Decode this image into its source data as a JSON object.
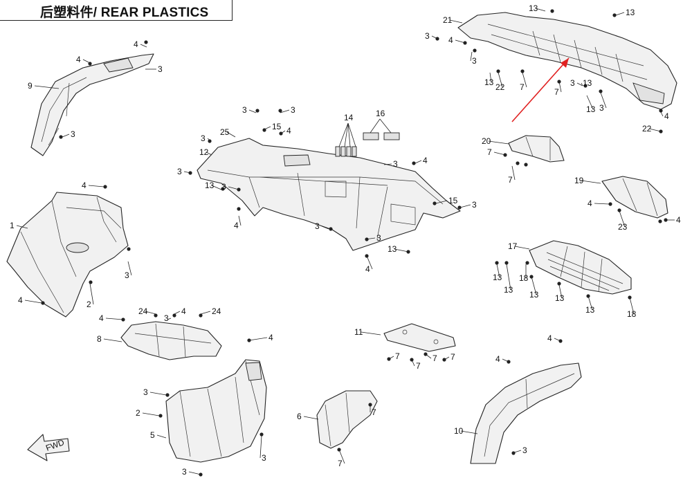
{
  "title": "后塑料件/ REAR PLASTICS",
  "callouts": [
    {
      "id": "c4a",
      "text": "4"
    },
    {
      "id": "c3a",
      "text": "3"
    },
    {
      "id": "c4b",
      "text": "4"
    },
    {
      "id": "c9",
      "text": "9"
    },
    {
      "id": "c3b",
      "text": "3"
    },
    {
      "id": "c4c",
      "text": "4"
    },
    {
      "id": "c1",
      "text": "1"
    },
    {
      "id": "c3c",
      "text": "3"
    },
    {
      "id": "c2a",
      "text": "2"
    },
    {
      "id": "c4d",
      "text": "4"
    },
    {
      "id": "c3d",
      "text": "3"
    },
    {
      "id": "c3e",
      "text": "3"
    },
    {
      "id": "c25",
      "text": "25"
    },
    {
      "id": "c15a",
      "text": "15"
    },
    {
      "id": "c4e",
      "text": "4"
    },
    {
      "id": "c3f",
      "text": "3"
    },
    {
      "id": "c12",
      "text": "12"
    },
    {
      "id": "c14",
      "text": "14"
    },
    {
      "id": "c16",
      "text": "16"
    },
    {
      "id": "c3g",
      "text": "3"
    },
    {
      "id": "c4f",
      "text": "4"
    },
    {
      "id": "c3h",
      "text": "3"
    },
    {
      "id": "c13a",
      "text": "13"
    },
    {
      "id": "c3i",
      "text": "3"
    },
    {
      "id": "c15b",
      "text": "15"
    },
    {
      "id": "c3j",
      "text": "3"
    },
    {
      "id": "c4g",
      "text": "4"
    },
    {
      "id": "c3k",
      "text": "3"
    },
    {
      "id": "c3l",
      "text": "3"
    },
    {
      "id": "c13b",
      "text": "13"
    },
    {
      "id": "c4h",
      "text": "4"
    },
    {
      "id": "c21",
      "text": "21"
    },
    {
      "id": "c13c",
      "text": "13"
    },
    {
      "id": "c13d",
      "text": "13"
    },
    {
      "id": "c3m",
      "text": "3"
    },
    {
      "id": "c4i",
      "text": "4"
    },
    {
      "id": "c3n",
      "text": "3"
    },
    {
      "id": "c13e",
      "text": "13"
    },
    {
      "id": "c22a",
      "text": "22"
    },
    {
      "id": "c7a",
      "text": "7"
    },
    {
      "id": "c13f",
      "text": "13"
    },
    {
      "id": "c7b",
      "text": "7"
    },
    {
      "id": "c3o",
      "text": "3"
    },
    {
      "id": "c13g",
      "text": "13"
    },
    {
      "id": "c3p",
      "text": "3"
    },
    {
      "id": "c4j",
      "text": "4"
    },
    {
      "id": "c22b",
      "text": "22"
    },
    {
      "id": "c20",
      "text": "20"
    },
    {
      "id": "c7c",
      "text": "7"
    },
    {
      "id": "c7d",
      "text": "7"
    },
    {
      "id": "c19",
      "text": "19"
    },
    {
      "id": "c4k",
      "text": "4"
    },
    {
      "id": "c23",
      "text": "23"
    },
    {
      "id": "c4l",
      "text": "4"
    },
    {
      "id": "c17",
      "text": "17"
    },
    {
      "id": "c13h",
      "text": "13"
    },
    {
      "id": "c13i",
      "text": "13"
    },
    {
      "id": "c18a",
      "text": "18"
    },
    {
      "id": "c13j",
      "text": "13"
    },
    {
      "id": "c13k",
      "text": "13"
    },
    {
      "id": "c13l",
      "text": "13"
    },
    {
      "id": "c18b",
      "text": "18"
    },
    {
      "id": "c4m",
      "text": "4"
    },
    {
      "id": "c24a",
      "text": "24"
    },
    {
      "id": "c4n",
      "text": "4"
    },
    {
      "id": "c3q",
      "text": "3"
    },
    {
      "id": "c24b",
      "text": "24"
    },
    {
      "id": "c8",
      "text": "8"
    },
    {
      "id": "c4o",
      "text": "4"
    },
    {
      "id": "c11",
      "text": "11"
    },
    {
      "id": "c7e",
      "text": "7"
    },
    {
      "id": "c7f",
      "text": "7"
    },
    {
      "id": "c7g",
      "text": "7"
    },
    {
      "id": "c7h",
      "text": "7"
    },
    {
      "id": "c3r",
      "text": "3"
    },
    {
      "id": "c2b",
      "text": "2"
    },
    {
      "id": "c5",
      "text": "5"
    },
    {
      "id": "c3s",
      "text": "3"
    },
    {
      "id": "c3t",
      "text": "3"
    },
    {
      "id": "c6",
      "text": "6"
    },
    {
      "id": "c7i",
      "text": "7"
    },
    {
      "id": "c7j",
      "text": "7"
    },
    {
      "id": "c4p",
      "text": "4"
    },
    {
      "id": "c4q",
      "text": "4"
    },
    {
      "id": "c10",
      "text": "10"
    },
    {
      "id": "c3u",
      "text": "3"
    }
  ],
  "fwd_label": "FWD",
  "colors": {
    "line": "#222222",
    "part_fill": "#f1f1f1",
    "highlight_arrow": "#e02020"
  }
}
